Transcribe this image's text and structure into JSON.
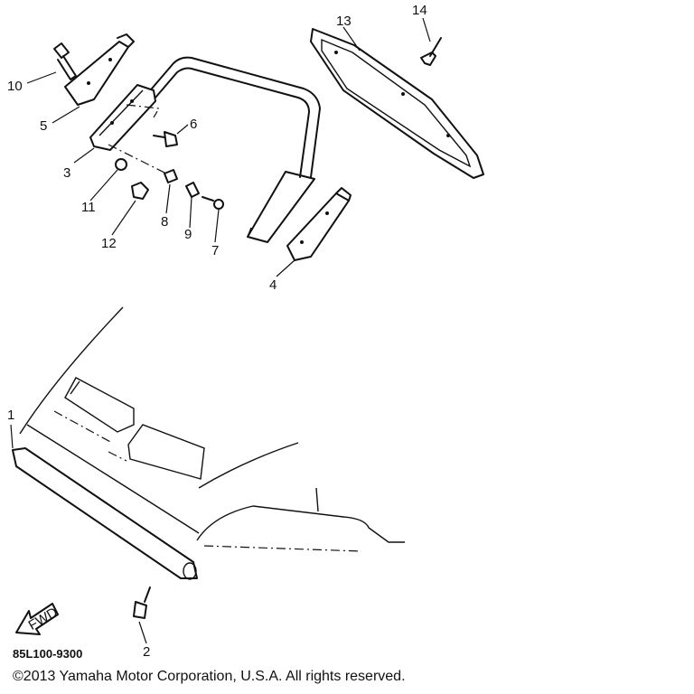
{
  "callouts": {
    "c1": "1",
    "c2": "2",
    "c3": "3",
    "c4": "4",
    "c5": "5",
    "c6": "6",
    "c7": "7",
    "c8": "8",
    "c9": "9",
    "c10": "10",
    "c11": "11",
    "c12": "12",
    "c13": "13",
    "c14": "14"
  },
  "fwd_label": "FWD",
  "diagram_code": "85L100-9300",
  "copyright": "©2013 Yamaha Motor Corporation, U.S.A. All rights reserved.",
  "icons": {
    "fwd": "forward-direction-arrow-icon"
  }
}
